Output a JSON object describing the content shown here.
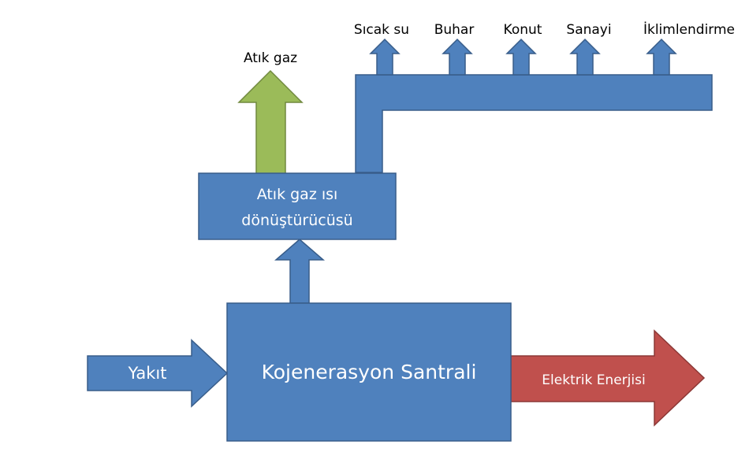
{
  "main_plant": "Kojenerasyon Santrali",
  "heat_converter": {
    "line1": "Atık gaz ısı",
    "line2": "dönüştürücüsü"
  },
  "fuel_input": "Yakıt",
  "electric_output": "Elektrik Enerjisi",
  "exhaust_output": "Atık gaz",
  "heat_uses": [
    "Sıcak su",
    "Buhar",
    "Konut",
    "Sanayi",
    "İklimlendirme"
  ],
  "colors": {
    "blue_fill": "#4f81bd",
    "blue_stroke": "#385d8a",
    "green_fill": "#9bbb59",
    "green_stroke": "#71893f",
    "red_fill": "#c0504d",
    "red_stroke": "#8c3836"
  }
}
